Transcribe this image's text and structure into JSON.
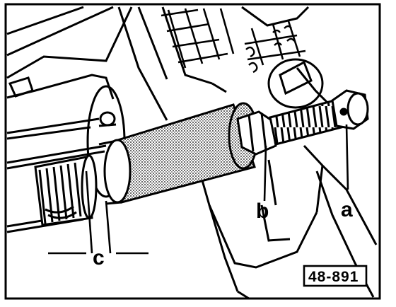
{
  "figure": {
    "callouts": {
      "a": "a",
      "b": "b",
      "c": "c"
    },
    "reference_number": "48-891"
  },
  "colors": {
    "ink": "#000000",
    "paper": "#ffffff"
  }
}
